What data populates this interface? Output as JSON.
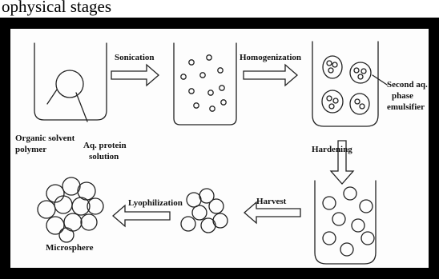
{
  "caption": "ophysical stages",
  "labels": {
    "sonication": "Sonication",
    "homogenization": "Homogenization",
    "second_aq": [
      "Second aq.",
      "phase",
      "emulsifier"
    ],
    "organic_solvent": [
      "Organic solvent",
      "polymer"
    ],
    "aq_protein": [
      "Aq. protein",
      "solution"
    ],
    "hardening": "Hardening",
    "harvest": "Harvest",
    "lyophilization": "Lyophilization",
    "microsphere": "Microsphere"
  }
}
